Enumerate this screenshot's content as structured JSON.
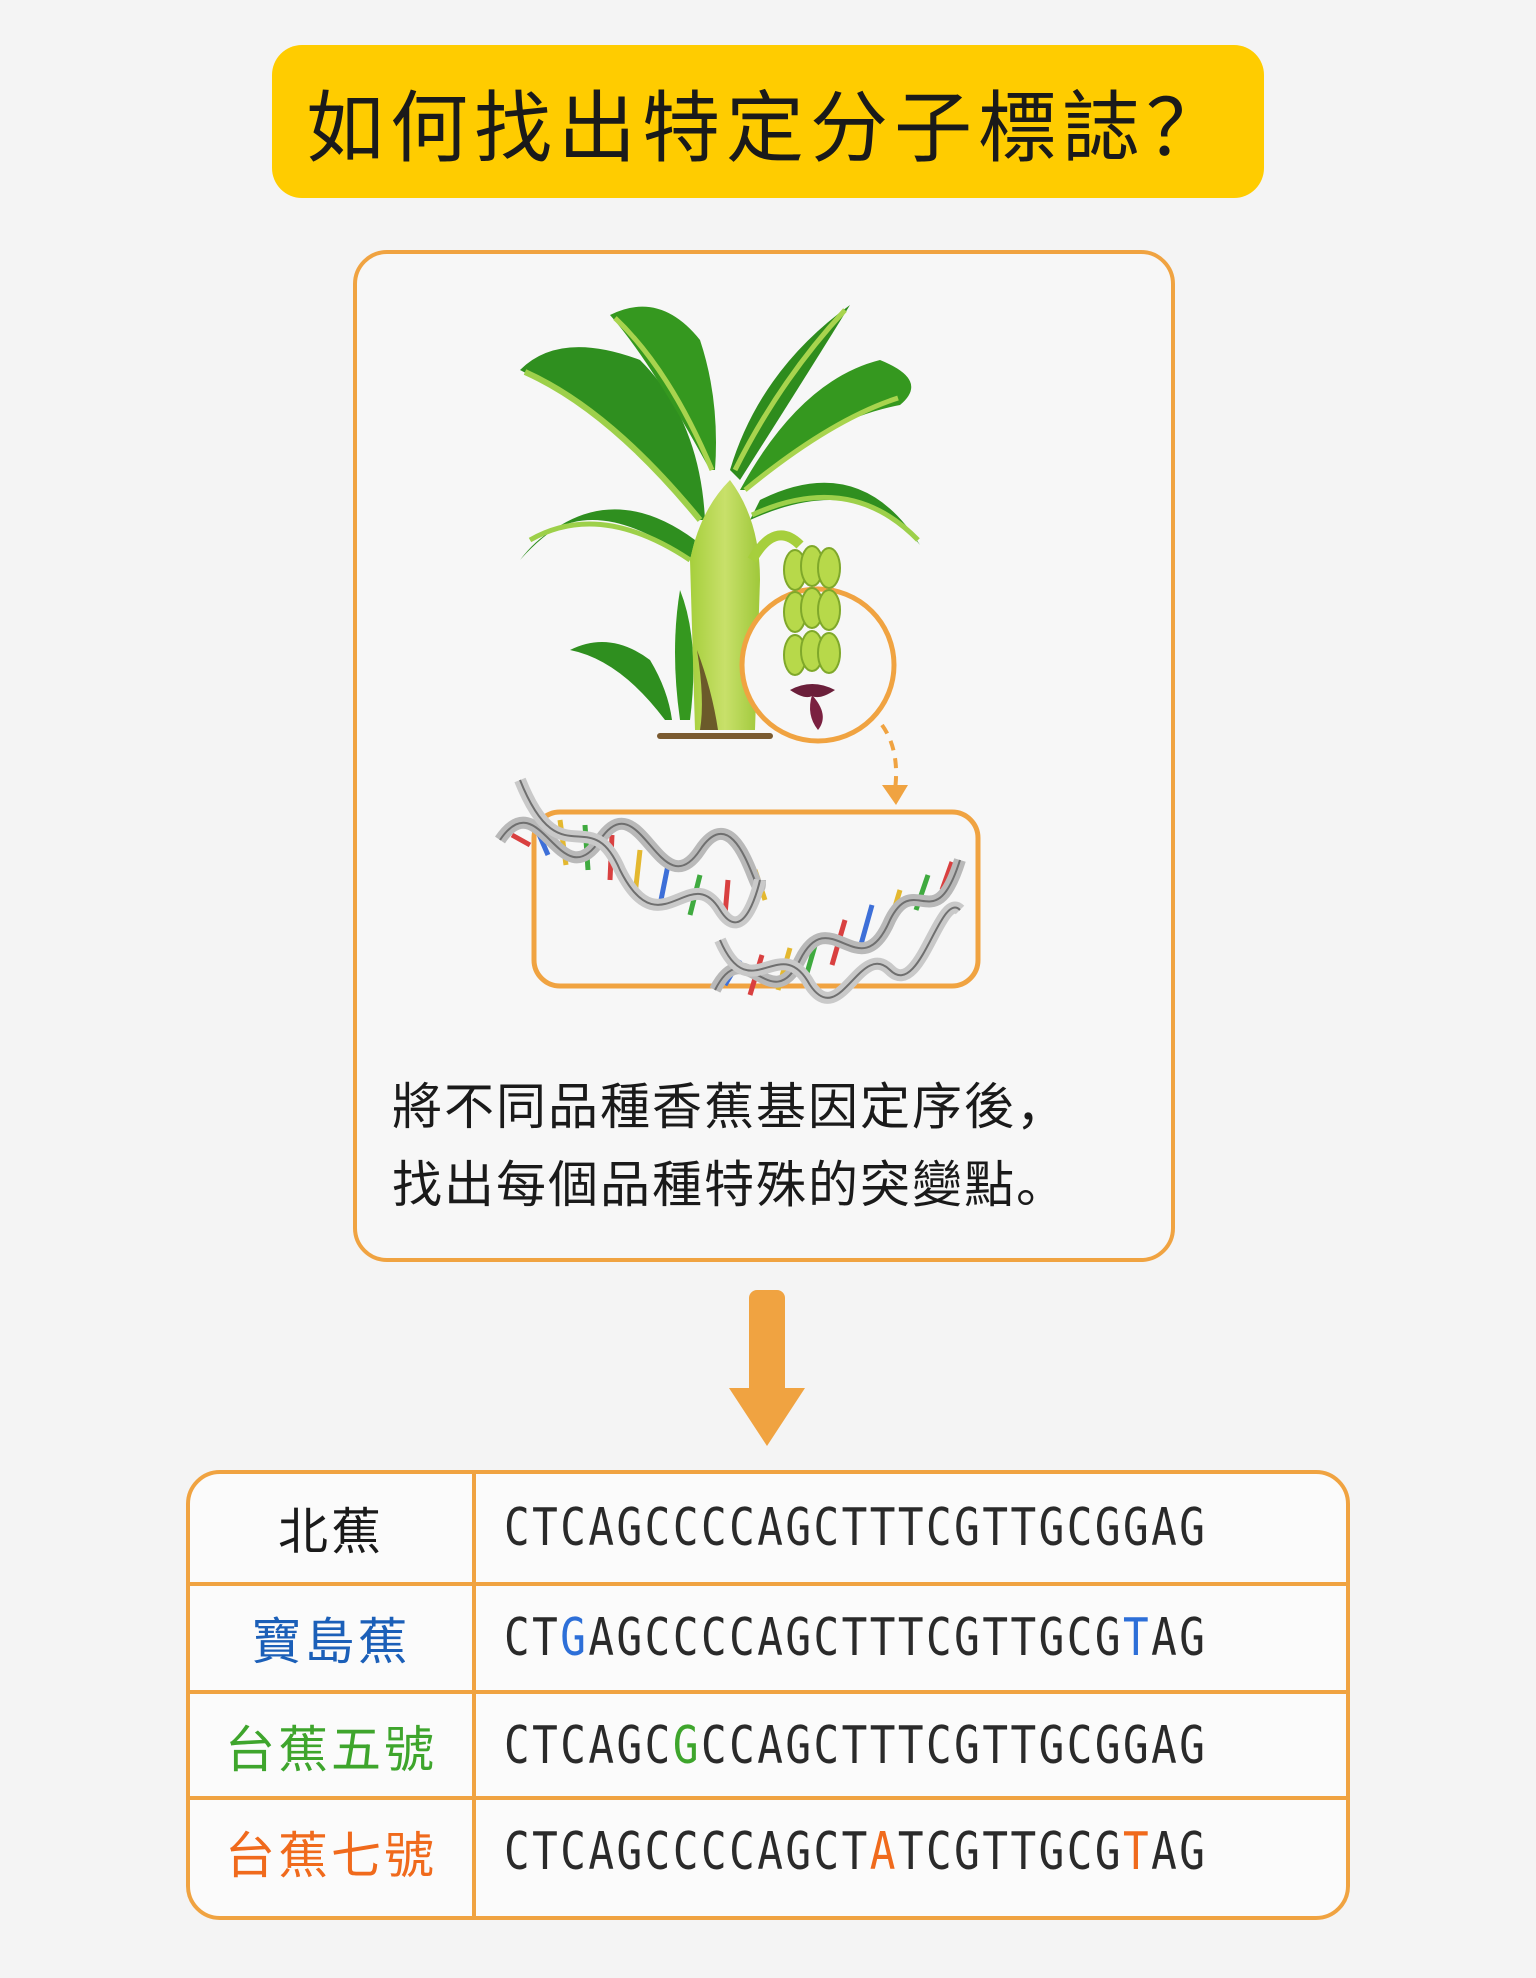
{
  "title": "如何找出特定分子標誌？",
  "caption": {
    "line1": "將不同品種香蕉基因定序後，",
    "line2": "找出每個品種特殊的突變點。"
  },
  "colors": {
    "banner": "#ffcc00",
    "border": "#f0a341",
    "baodao": "#1b5fb8",
    "taijiao5": "#3ea52c",
    "taijiao7": "#f06a1c",
    "mut_blue": "#2d6fd8",
    "mut_green": "#3ea52c",
    "mut_orange": "#f06a1c"
  },
  "table": {
    "rows": [
      {
        "variety": "北蕉",
        "variety_color": "#1a1a1a",
        "sequence": "CTCAGCCCCAGCTTTCGTTGCGGAG",
        "mutations": []
      },
      {
        "variety": "寶島蕉",
        "variety_color": "#1b5fb8",
        "sequence": "CTGAGCCCCAGCTTTCGTTGCGTAG",
        "mutations": [
          2,
          22
        ],
        "mutation_color": "#2d6fd8"
      },
      {
        "variety": "台蕉五號",
        "variety_color": "#3ea52c",
        "sequence": "CTCAGCGCCAGCTTTCGTTGCGGAG",
        "mutations": [
          6
        ],
        "mutation_color": "#3ea52c"
      },
      {
        "variety": "台蕉七號",
        "variety_color": "#f06a1c",
        "sequence": "CTCAGCCCCAGCTATCGTTGCGTAG",
        "mutations": [
          13,
          22
        ],
        "mutation_color": "#f06a1c"
      }
    ]
  },
  "icons": [
    "banana-plant-icon",
    "banana-bunch-zoom-icon",
    "dna-helix-icon",
    "down-arrow-icon"
  ]
}
